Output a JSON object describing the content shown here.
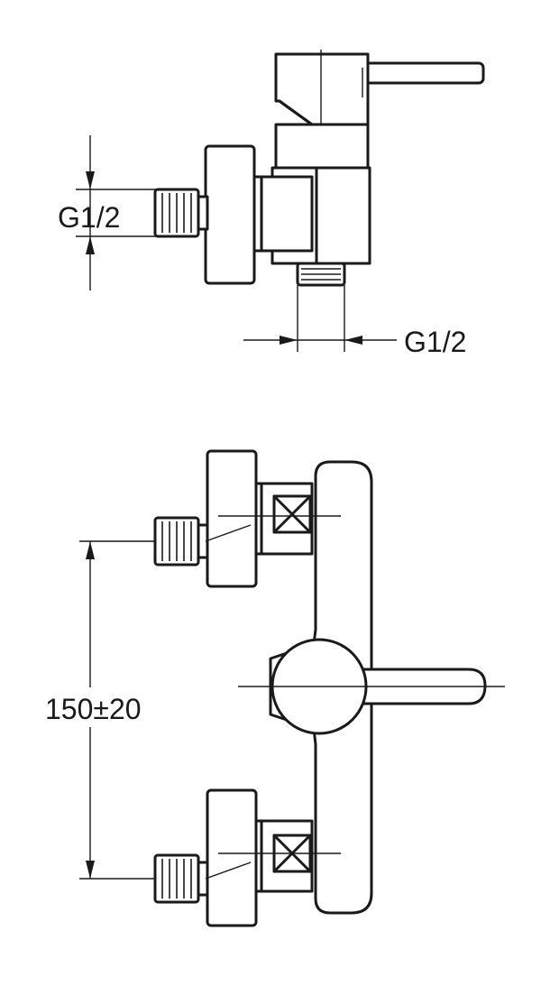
{
  "dimensions": {
    "side_inlet_thread": "G1/2",
    "side_outlet_thread": "G1/2",
    "inlet_spacing": "150±20"
  },
  "colors": {
    "line": "#1a1a1a",
    "background": "#ffffff"
  }
}
